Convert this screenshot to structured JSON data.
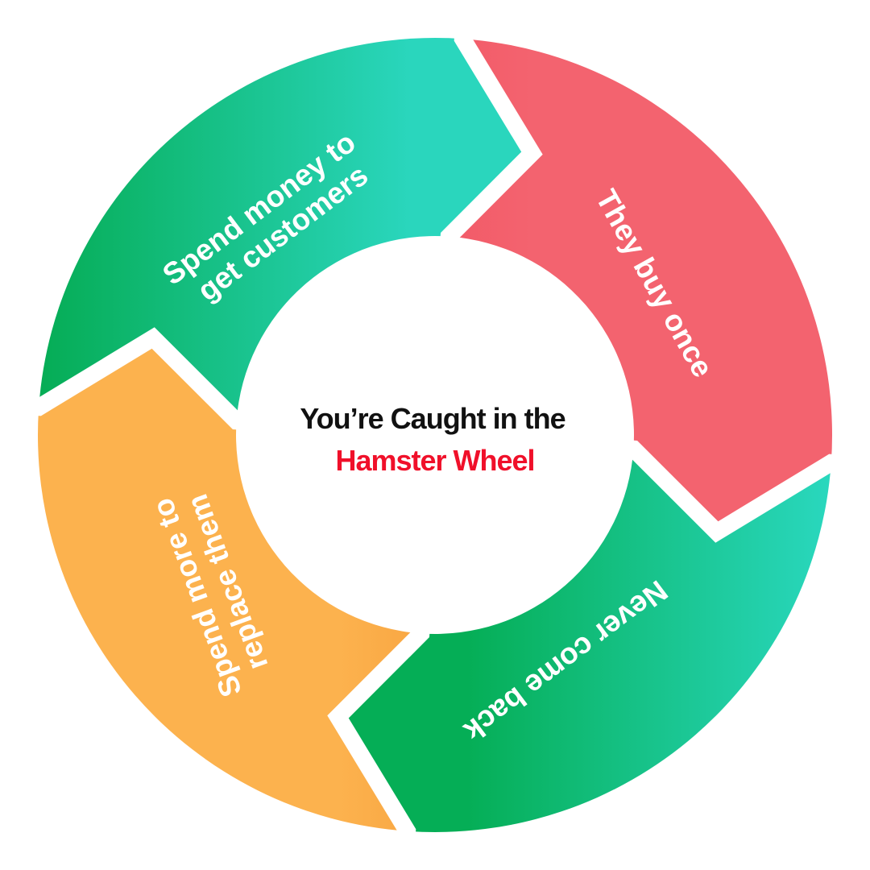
{
  "title": {
    "line1": "You’re Caught in the",
    "line2": "Hamster Wheel",
    "line1_color": "#111111",
    "line2_color": "#F0102A"
  },
  "segments": [
    {
      "lines": [
        "Spend money to",
        "get customers"
      ],
      "colors": [
        "#F03A4C",
        "#F3636F"
      ]
    },
    {
      "lines": [
        "They buy once"
      ],
      "colors": [
        "#05AE56",
        "#2AD8BF"
      ]
    },
    {
      "lines": [
        "Never come back"
      ],
      "colors": [
        "#FCB24E",
        "#E86E08"
      ]
    },
    {
      "lines": [
        "Spend more to",
        "replace them"
      ],
      "colors": [
        "#05AC54",
        "#2AD6BD"
      ]
    }
  ]
}
